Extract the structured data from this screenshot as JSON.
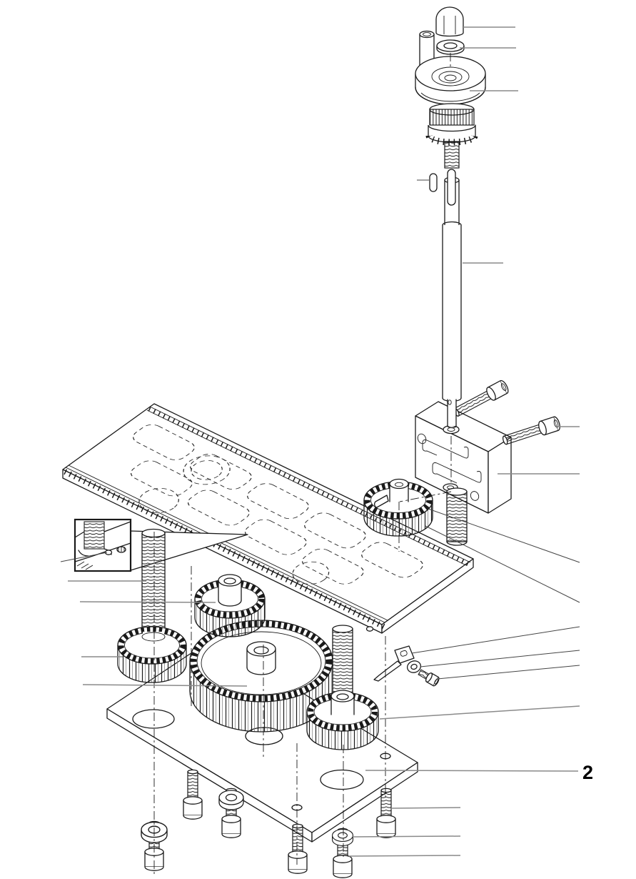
{
  "figure": {
    "part_label": "2",
    "type": "exploded-assembly-diagram",
    "description": "Exploded line drawing of a gear-driven elevating table assembly: handwheel with graduated dial, drive shaft, bearing block with cap screws, drive pinion, slotted table plate, three lead-screw pinions, large central spur gear, base plate and mounting screws with washers"
  },
  "colors": {
    "background": "#ffffff",
    "line": "#1a1a1a",
    "leader": "#8a8a8a"
  }
}
